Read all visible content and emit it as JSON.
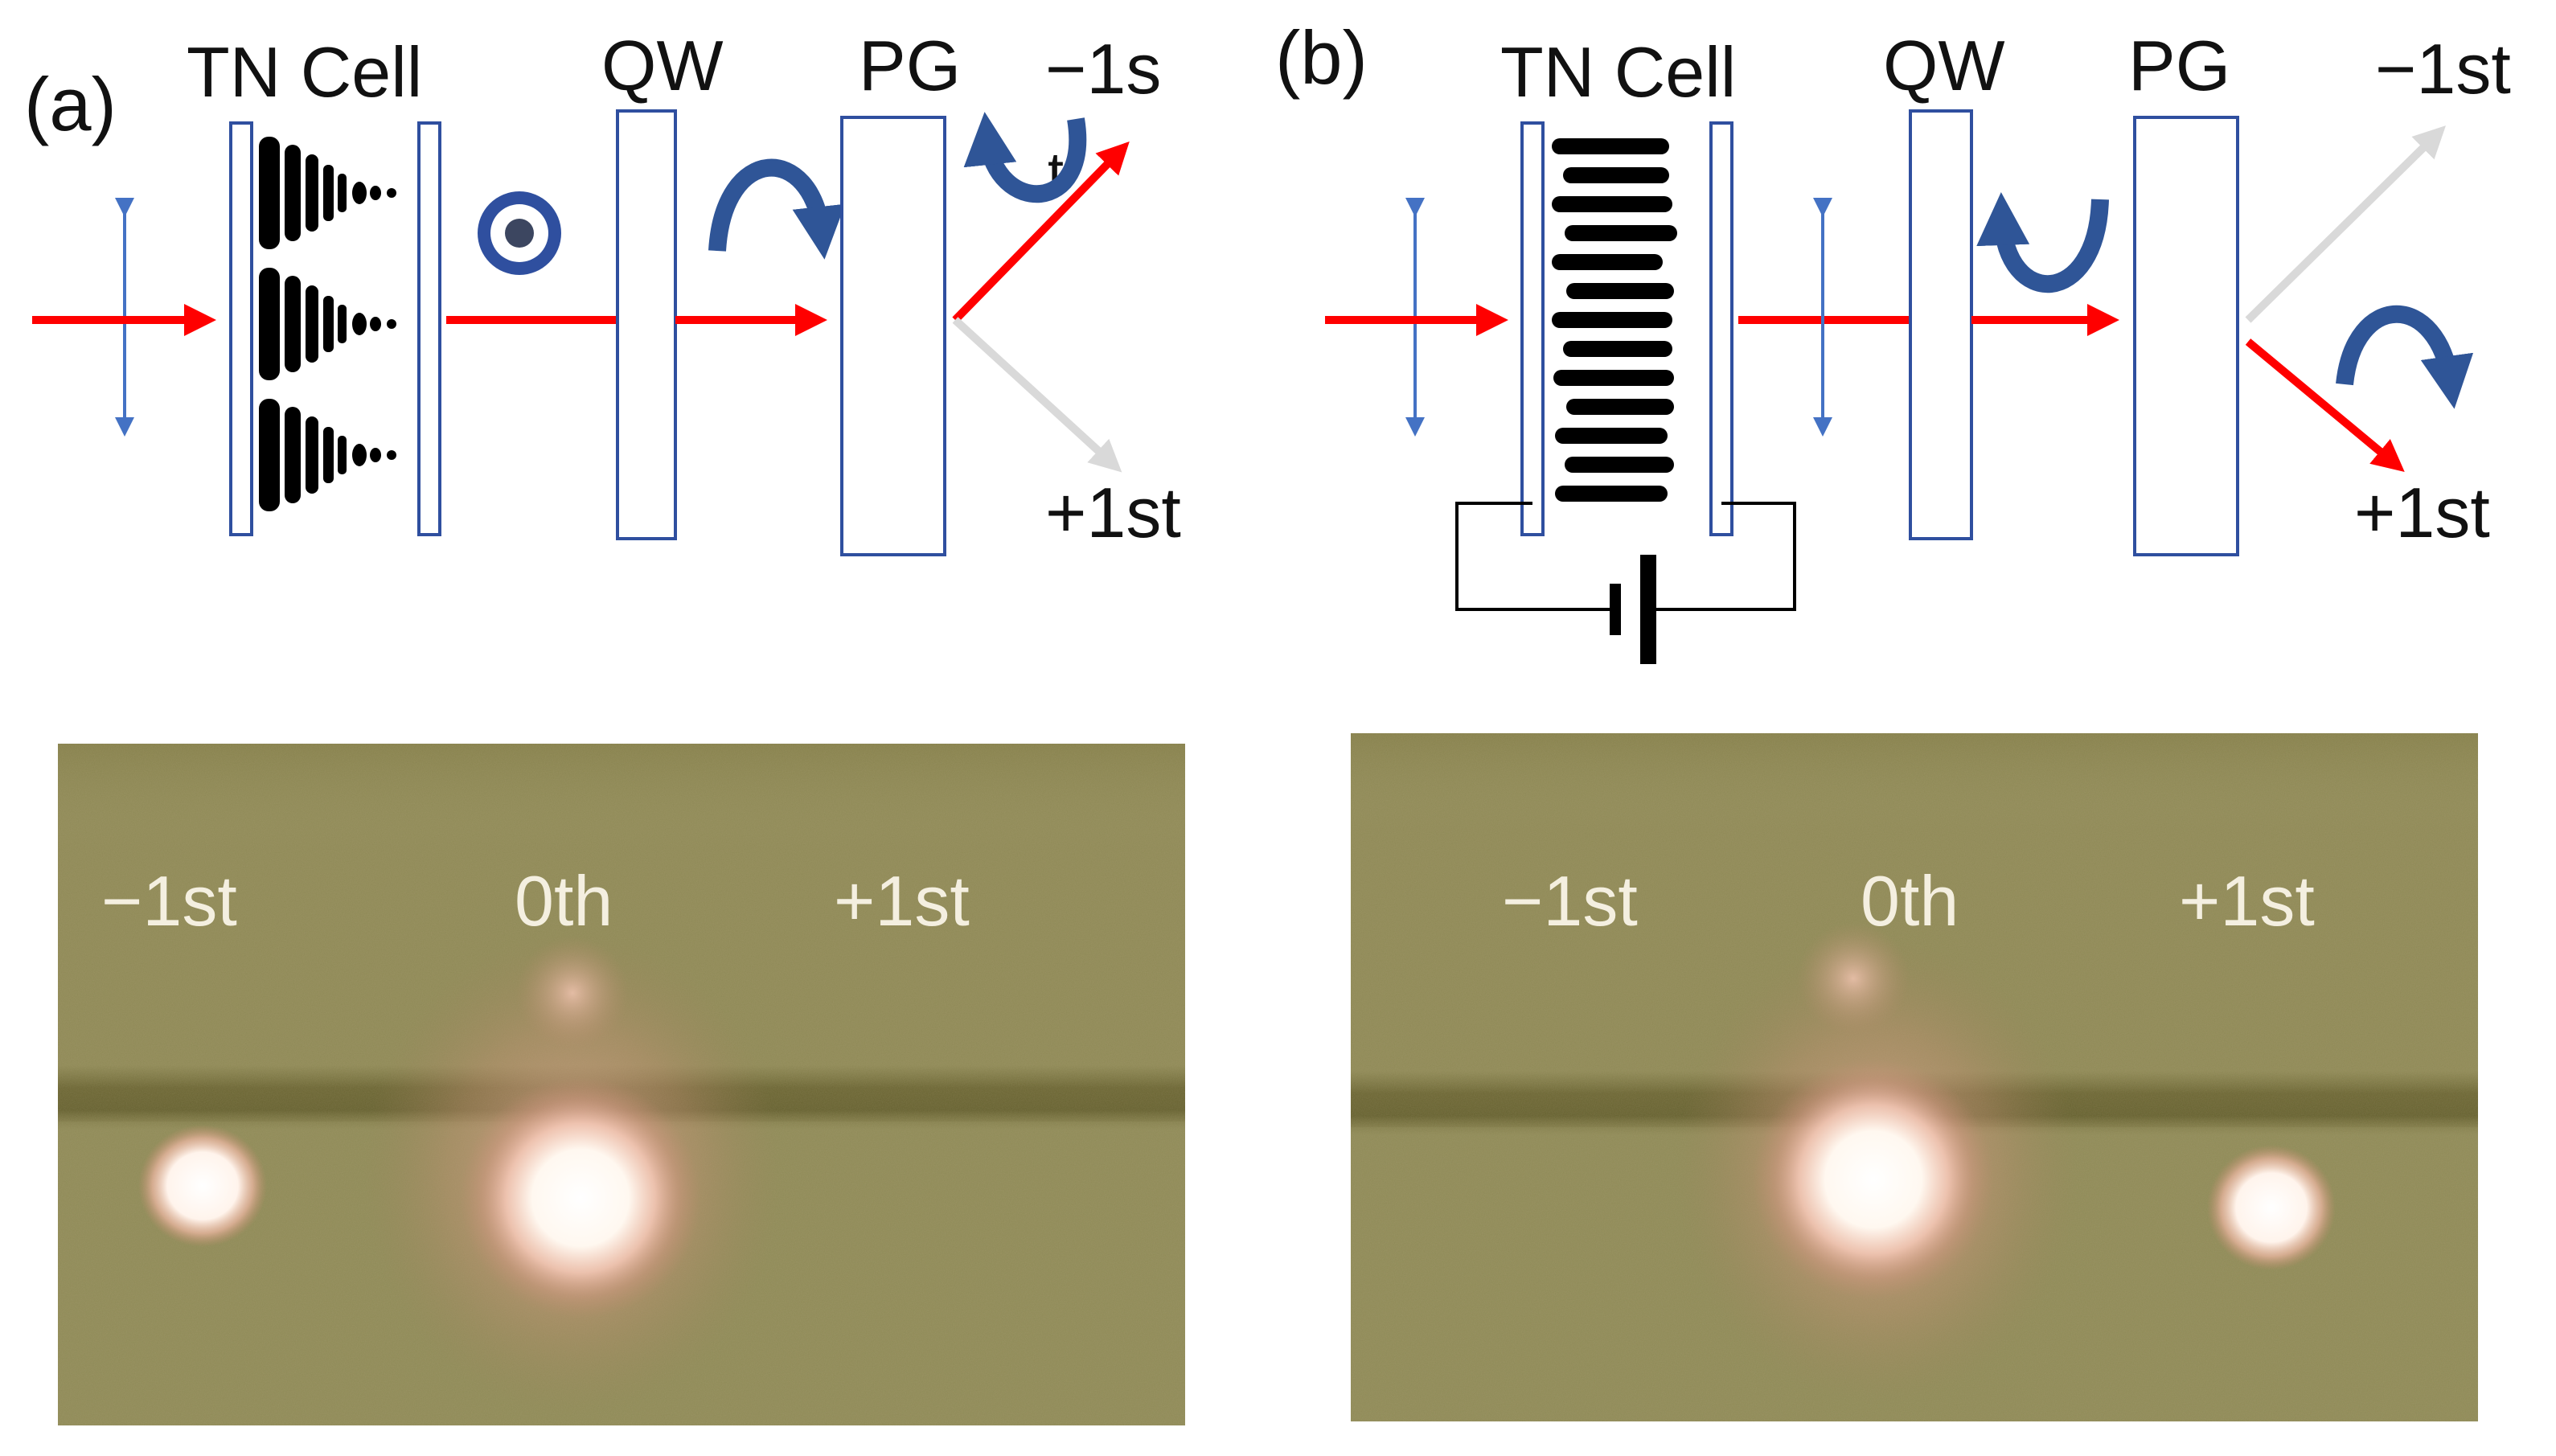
{
  "colors": {
    "beam": "#ff0000",
    "faint_beam": "#d9d9d9",
    "component_outline": "#2f4f9f",
    "polarization": "#4472c4",
    "circular_arrow": "#2f5597",
    "lc": "#000000",
    "photo_bg": "#8f8a55",
    "photo_band": "#6f6a38",
    "spot": "#fffaf2",
    "photo_label": "#f4efe0"
  },
  "icons": [
    "double-arrow-icon",
    "out-of-plane-polarization-icon",
    "circular-arrow-icon",
    "battery-icon"
  ],
  "panel_a": {
    "label": "(a)",
    "tn_cell": "TN Cell",
    "qw": "QW",
    "pg": "PG",
    "minus_first": "−1s",
    "minus_first_tail": "t",
    "plus_first": "+1st"
  },
  "panel_b": {
    "label": "(b)",
    "tn_cell": "TN Cell",
    "qw": "QW",
    "pg": "PG",
    "minus_first": "−1st",
    "plus_first": "+1st"
  },
  "photo_a": {
    "minus_first": "−1st",
    "zeroth": "0th",
    "plus_first": "+1st"
  },
  "photo_b": {
    "minus_first": "−1st",
    "zeroth": "0th",
    "plus_first": "+1st"
  }
}
